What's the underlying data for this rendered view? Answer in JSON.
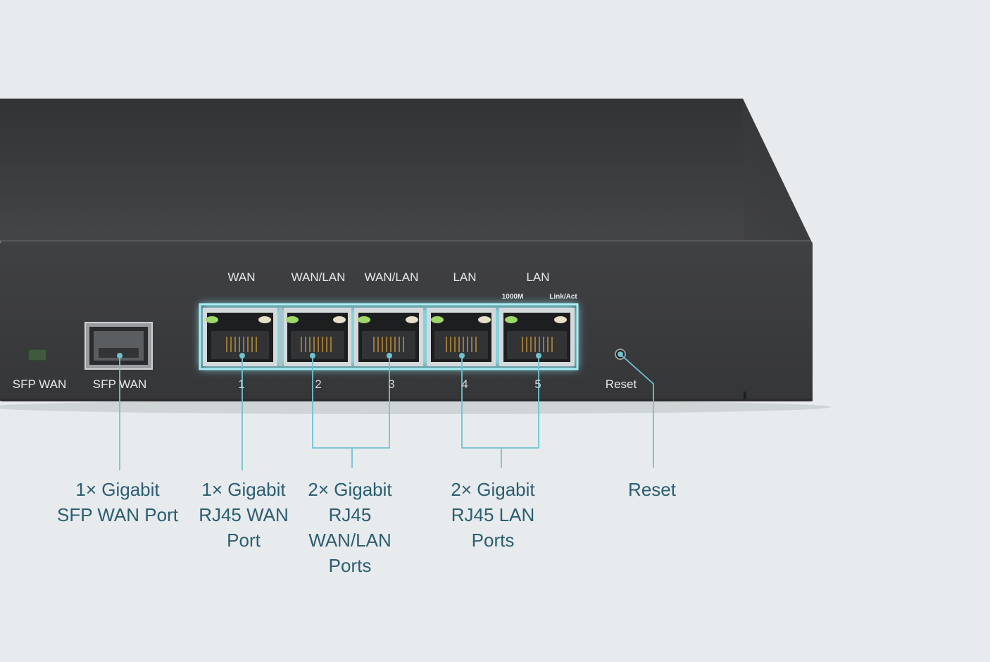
{
  "front_labels": {
    "sfp_led": "SFP WAN",
    "sfp_port": "SFP WAN",
    "ports": [
      "WAN",
      "WAN/LAN",
      "WAN/LAN",
      "LAN",
      "LAN"
    ],
    "led_1000m": "1000M",
    "led_link": "Link/Act",
    "numbers": [
      "1",
      "2",
      "3",
      "4",
      "5"
    ],
    "reset": "Reset"
  },
  "callouts": {
    "sfp": "1× Gigabit\nSFP WAN Port",
    "wan": "1× Gigabit\nRJ45 WAN\nPort",
    "wanlan": "2× Gigabit\nRJ45\nWAN/LAN\nPorts",
    "lan": "2× Gigabit\nRJ45 LAN\nPorts",
    "reset": "Reset"
  },
  "colors": {
    "background": "#e7ebee",
    "chassis": "#3a3b3d",
    "glow": "#8fe3ee",
    "callout_text": "#2c5d6f",
    "leader_line": "#6fc3cf"
  }
}
